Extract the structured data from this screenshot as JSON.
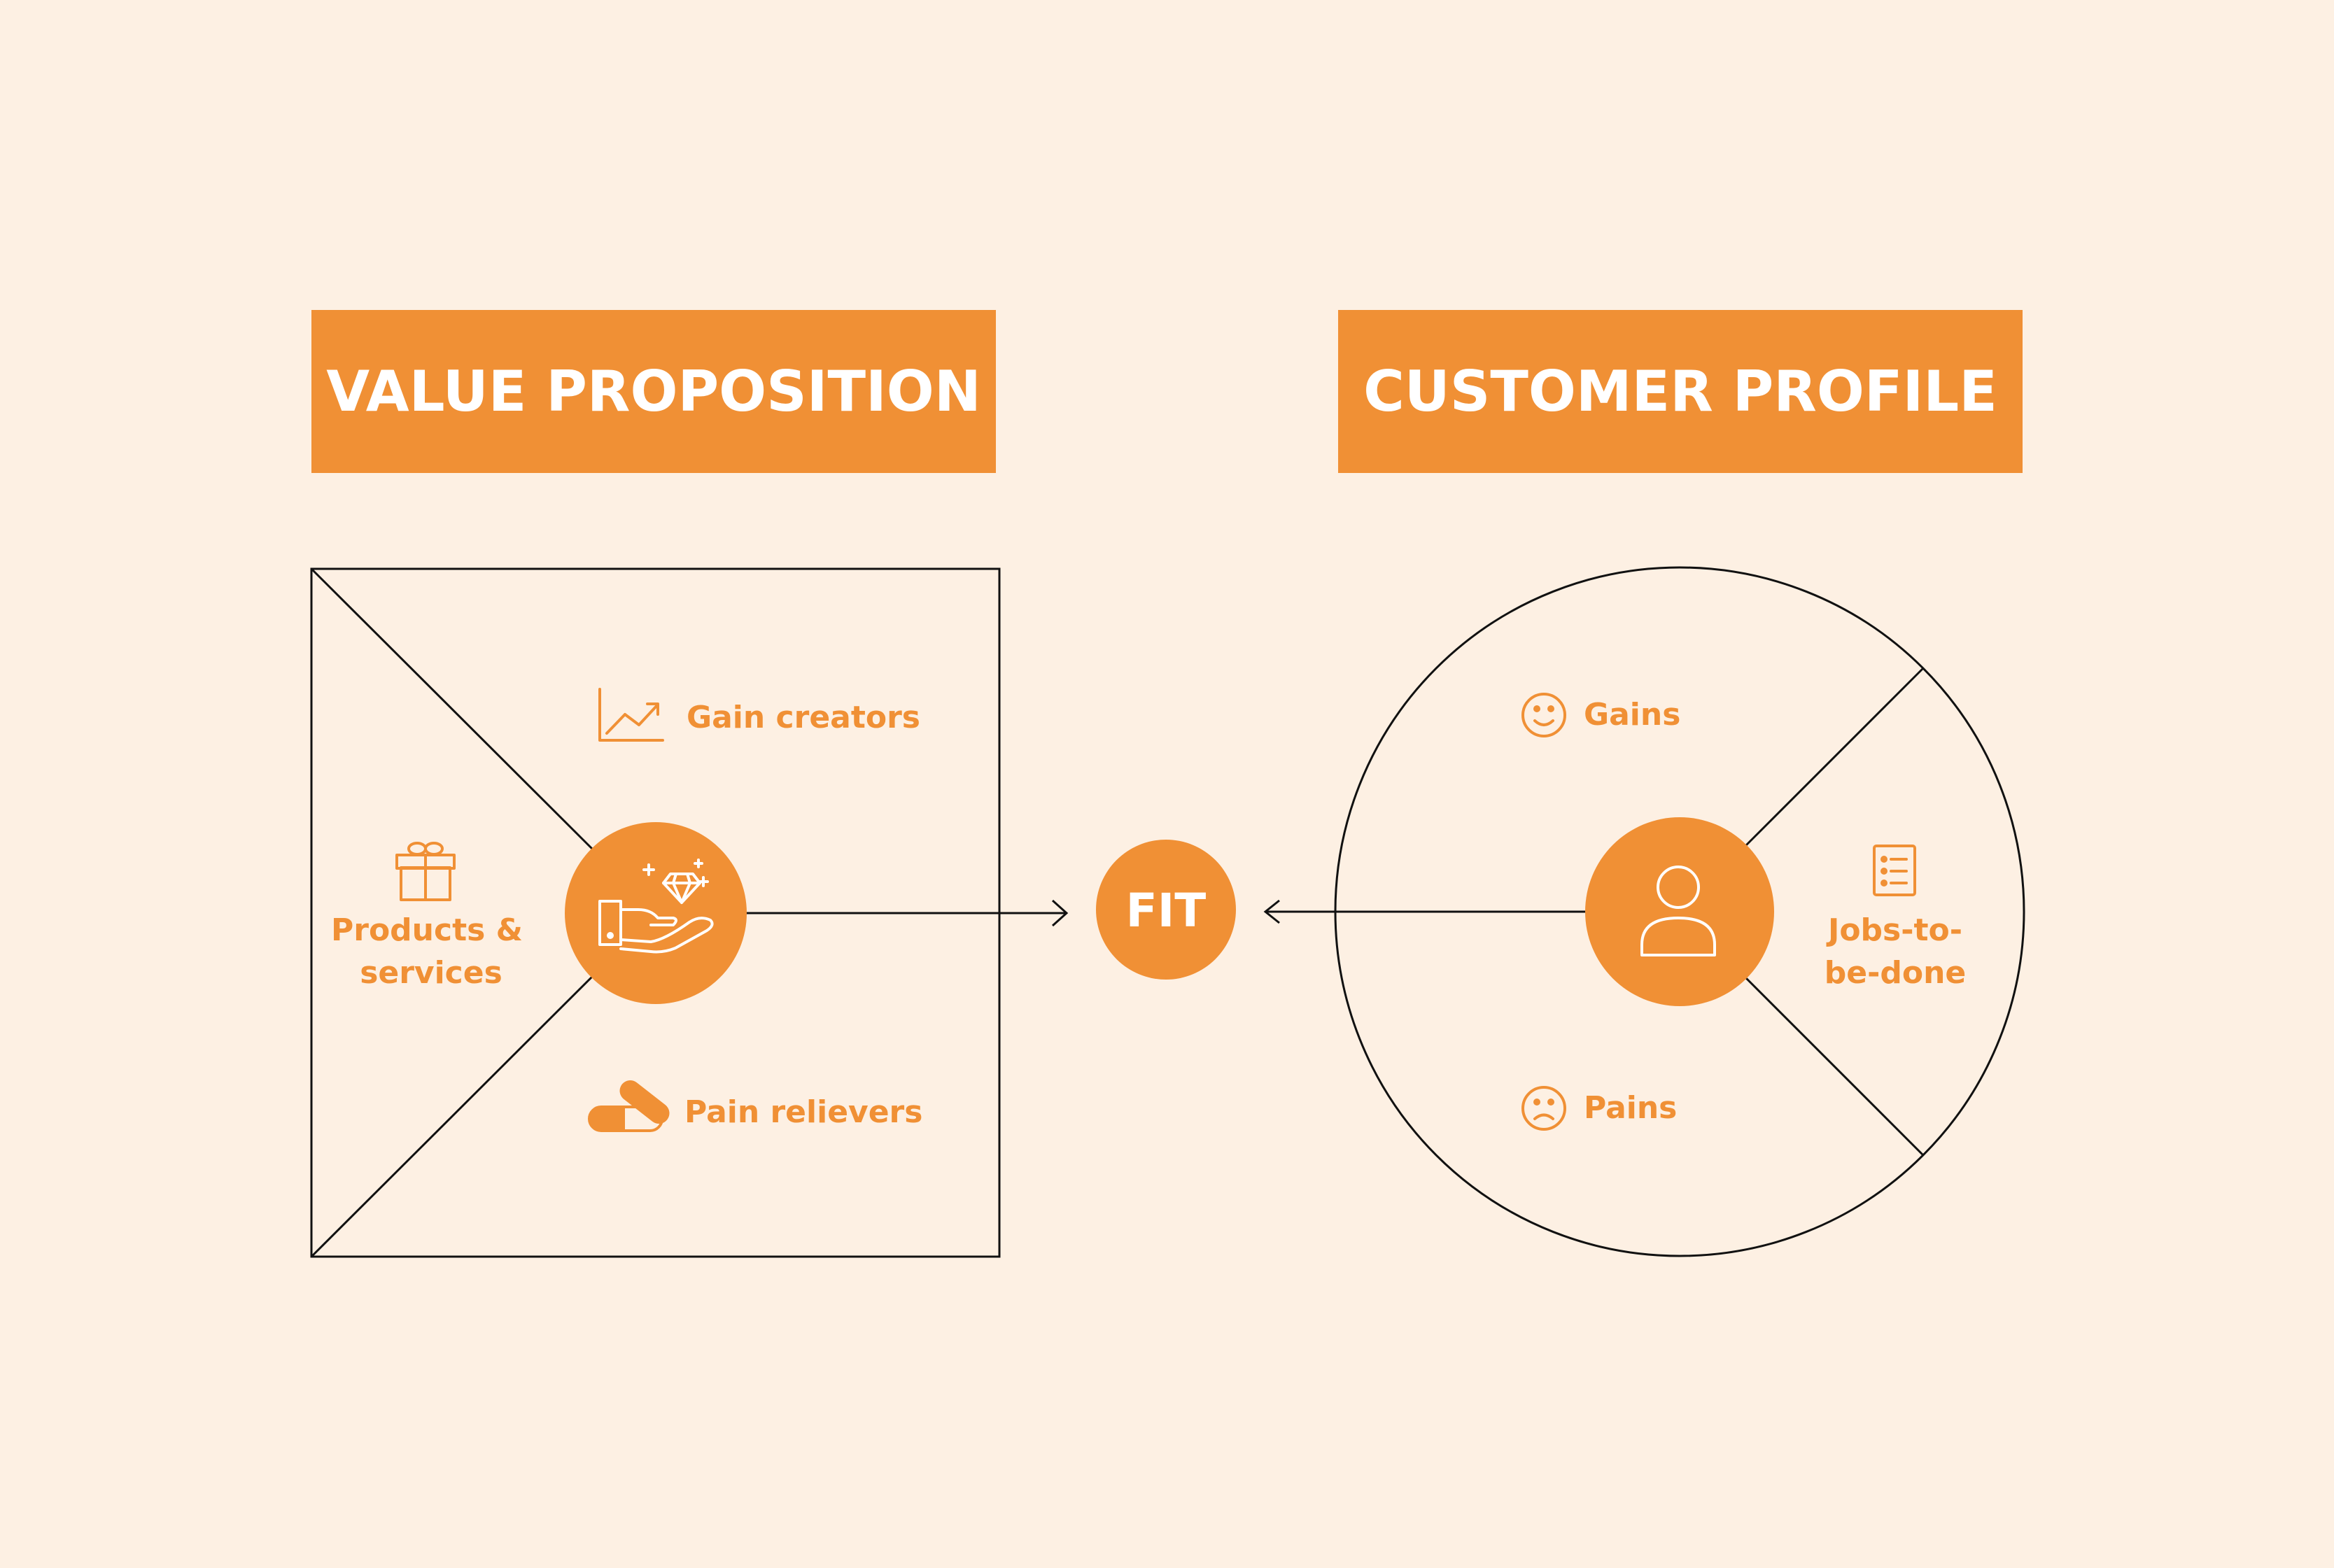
{
  "colors": {
    "background": "#fdf0e3",
    "accent": "#f09035",
    "line": "#111111",
    "on_accent": "#ffffff"
  },
  "value_proposition": {
    "title": "VALUE PROPOSITION",
    "center_icon": "hand-diamond-icon",
    "segments": {
      "gain_creators": {
        "label": "Gain creators",
        "icon": "growth-chart-icon"
      },
      "products_services": {
        "line1": "Products &",
        "line2": "services",
        "icon": "gift-icon"
      },
      "pain_relievers": {
        "label": "Pain relievers",
        "icon": "pill-icon"
      }
    }
  },
  "fit": {
    "label": "FIT"
  },
  "customer_profile": {
    "title": "CUSTOMER PROFILE",
    "center_icon": "person-icon",
    "segments": {
      "gains": {
        "label": "Gains",
        "icon": "smile-face-icon"
      },
      "pains": {
        "label": "Pains",
        "icon": "sad-face-icon"
      },
      "jobs": {
        "line1": "Jobs-to-",
        "line2": "be-done",
        "icon": "checklist-icon"
      }
    }
  }
}
